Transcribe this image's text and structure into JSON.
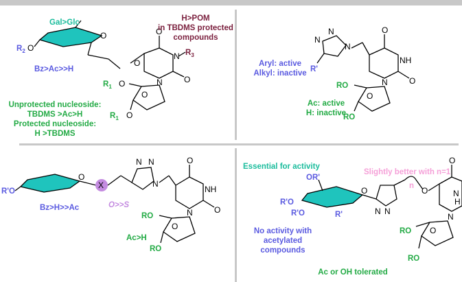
{
  "panels": {
    "top_left": {
      "sugar_label": "Gal>Glc",
      "pom_label_1": "H>POM",
      "pom_label_2": "in TBDMS protected",
      "pom_label_3": "compounds",
      "r2_label": "R",
      "r2_sub": "2",
      "r3_label": "R",
      "r3_sub": "3",
      "r1_label": "R",
      "r1_sub": "1",
      "acyl_label": "Bz>Ac>>H",
      "green_1": "Unprotected nucleoside:",
      "green_2": "TBDMS >Ac>H",
      "green_3": "Protected nucleoside:",
      "green_4": "H >TBDMS"
    },
    "top_right": {
      "aryl_label": "Aryl: active",
      "alkyl_label": "Alkyl: inactive",
      "rprime": "R'",
      "ac_label": "Ac: active",
      "h_label": "H: inactive",
      "ro_1": "RO",
      "ro_2": "RO"
    },
    "bottom_left": {
      "rprime": "R'O",
      "x_label": "X",
      "o_s_label": "O>>S",
      "bz_label": "Bz>H>>Ac",
      "ac_label": "Ac>H",
      "ro_1": "RO",
      "ro_2": "RO"
    },
    "bottom_right": {
      "essential": "Essential for activity",
      "slightly": "Slightly better with n=1",
      "n_label": "n",
      "or_1": "OR'",
      "or_2": "R'O",
      "or_3": "R'O",
      "or_4": "R'",
      "no_act_1": "No activity with",
      "no_act_2": "acetylated",
      "no_act_3": "compounds",
      "ac_oh": "Ac or OH tolerated",
      "ro_1": "RO",
      "ro_2": "RO"
    }
  },
  "atoms": {
    "O": "O",
    "N": "N",
    "NH": "NH",
    "H": "H"
  },
  "colors": {
    "teal": "#1abc9c",
    "maroon": "#7a1f3d",
    "blue": "#5a5ae0",
    "green": "#22aa44",
    "pink": "#f5a0d8",
    "lilac": "#c48be0",
    "ring": "#1fc4bd",
    "divider": "#c8c8c8"
  }
}
